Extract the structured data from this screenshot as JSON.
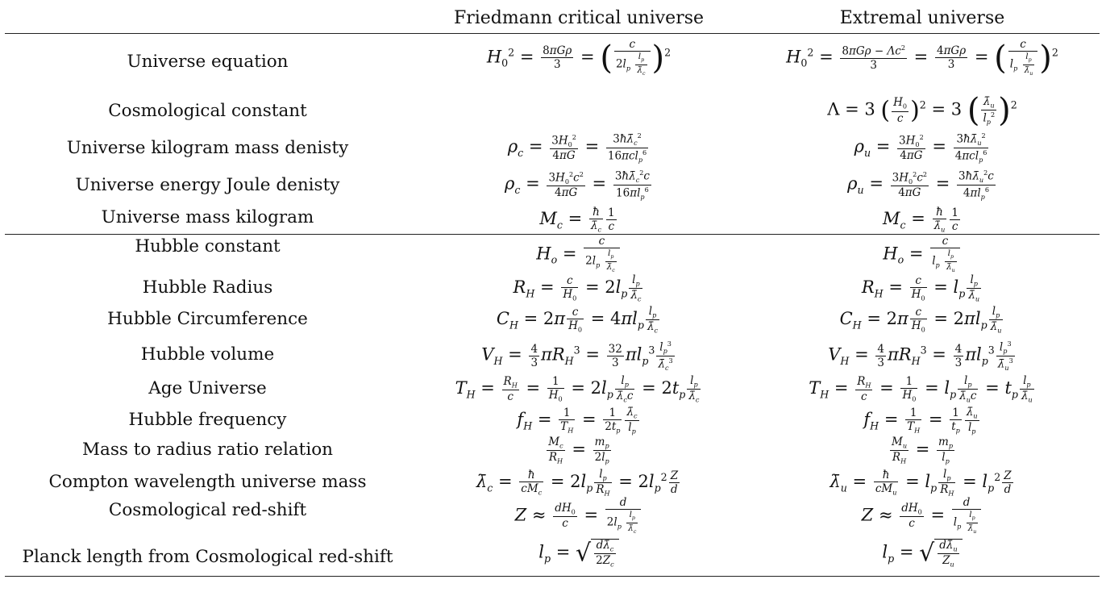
{
  "header": {
    "col_friedmann": "Friedmann critical universe",
    "col_extremal": "Extremal universe"
  },
  "rows": [
    {
      "label": "Universe equation"
    },
    {
      "label": "Cosmological constant"
    },
    {
      "label": "Universe kilogram mass denisty"
    },
    {
      "label": "Universe energy Joule denisty"
    },
    {
      "label": "Universe mass kilogram"
    },
    {
      "label": "Hubble constant"
    },
    {
      "label": "Hubble Radius"
    },
    {
      "label": "Hubble Circumference"
    },
    {
      "label": "Hubble volume"
    },
    {
      "label": "Age Universe"
    },
    {
      "label": "Hubble frequency"
    },
    {
      "label": "Mass to radius ratio relation"
    },
    {
      "label": "Compton wavelength universe mass"
    },
    {
      "label": "Cosmological red-shift"
    },
    {
      "label": "Planck length from Cosmological red-shift"
    }
  ]
}
